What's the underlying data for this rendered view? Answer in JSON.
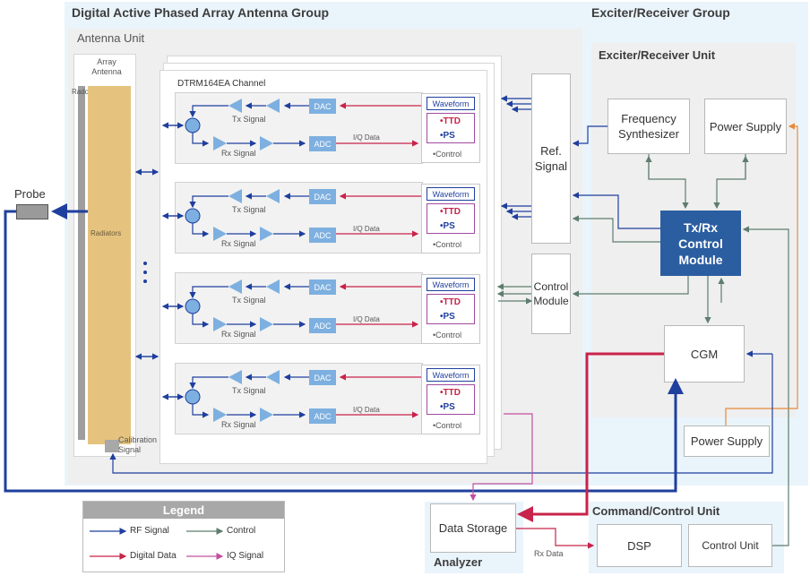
{
  "groups": {
    "antenna_group": "Digital Active Phased Array Antenna Group",
    "antenna_unit": "Antenna Unit",
    "exciter_group": "Exciter/Receiver Group",
    "exciter_unit": "Exciter/Receiver Unit",
    "command_unit": "Command/Control Unit",
    "analyzer": "Analyzer"
  },
  "antenna": {
    "array_antenna": "Array Antenna",
    "radome": "Radome",
    "radiators": "Radiators",
    "calibration": "Calibration Signal",
    "probe": "Probe"
  },
  "trm": {
    "title": "DTRM164EA  Channel",
    "dac": "DAC",
    "adc": "ADC",
    "tx_signal": "Tx Signal",
    "rx_signal": "Rx Signal",
    "iq_data": "I/Q Data",
    "waveform": "Waveform",
    "ttd": "•TTD",
    "ps": "•PS",
    "control": "•Control",
    "ellipsis": "•\n•\n•"
  },
  "blocks": {
    "ref_signal": "Ref. Signal",
    "control_module": "Control Module",
    "freq_synth": "Frequency Synthesizer",
    "power_supply_1": "Power Supply",
    "txrx_control": "Tx/Rx Control Module",
    "cgm": "CGM",
    "power_supply_2": "Power Supply",
    "data_storage": "Data Storage",
    "dsp": "DSP",
    "control_unit": "Control Unit",
    "rx_data": "Rx Data"
  },
  "legend": {
    "title": "Legend",
    "rf_signal": "RF Signal",
    "control": "Control",
    "digital_data": "Digital Data",
    "iq_signal": "IQ Signal"
  },
  "colors": {
    "rf": "#1f3f9e",
    "control": "#5e7d6e",
    "digital": "#c8234a",
    "iq": "#c24fa0",
    "txrx": "#2b5ea0",
    "group_bg": "#eaf4fb",
    "unit_bg": "#efefef"
  }
}
